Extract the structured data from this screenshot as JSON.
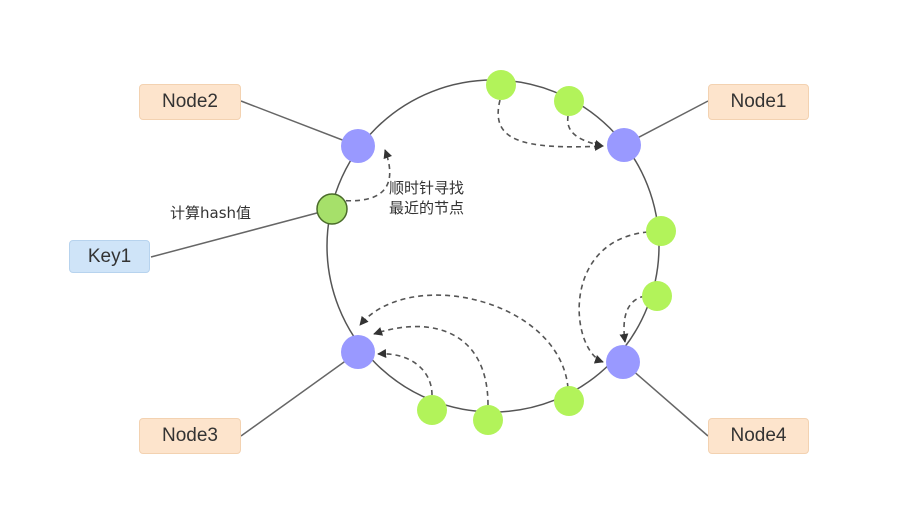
{
  "nodes": {
    "node1": "Node1",
    "node2": "Node2",
    "node3": "Node3",
    "node4": "Node4"
  },
  "key": "Key1",
  "labels": {
    "compute_hash": "计算hash值",
    "clockwise_line1": "顺时针寻找",
    "clockwise_line2": "最近的节点"
  },
  "colors": {
    "server_node": "#9999ff",
    "data_point": "#b2f35a",
    "key_point": "#a6e06a",
    "node_box": "#fde4cc",
    "key_box": "#cfe4f8",
    "ring": "#555555",
    "arrow": "#555555"
  }
}
